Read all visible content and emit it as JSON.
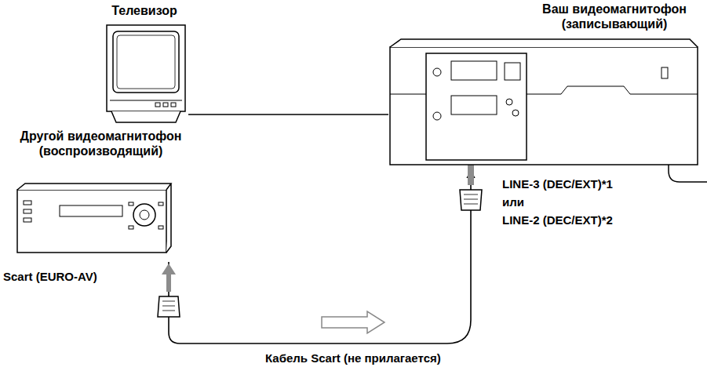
{
  "diagram": {
    "nodes": [
      {
        "text": [
          "Телевизор"
        ]
      },
      {
        "text": [
          "Ваш видеомагнитофон (записывающий)"
        ]
      },
      {
        "text": [
          "Другой видеомагнитофон (воспроизводящий)"
        ]
      }
    ],
    "edges": [
      {
        "from": 0,
        "to": 1,
        "arrow": "none"
      },
      {
        "from": 2,
        "to": 1,
        "arrow": "to",
        "label": "Кабель Scart (не прилагается)"
      }
    ],
    "labels": [
      "LINE-3 (DEC/EXT)*1",
      "или",
      "LINE-2 (DEC/EXT)*2",
      "Scart (EURO-AV)"
    ]
  }
}
